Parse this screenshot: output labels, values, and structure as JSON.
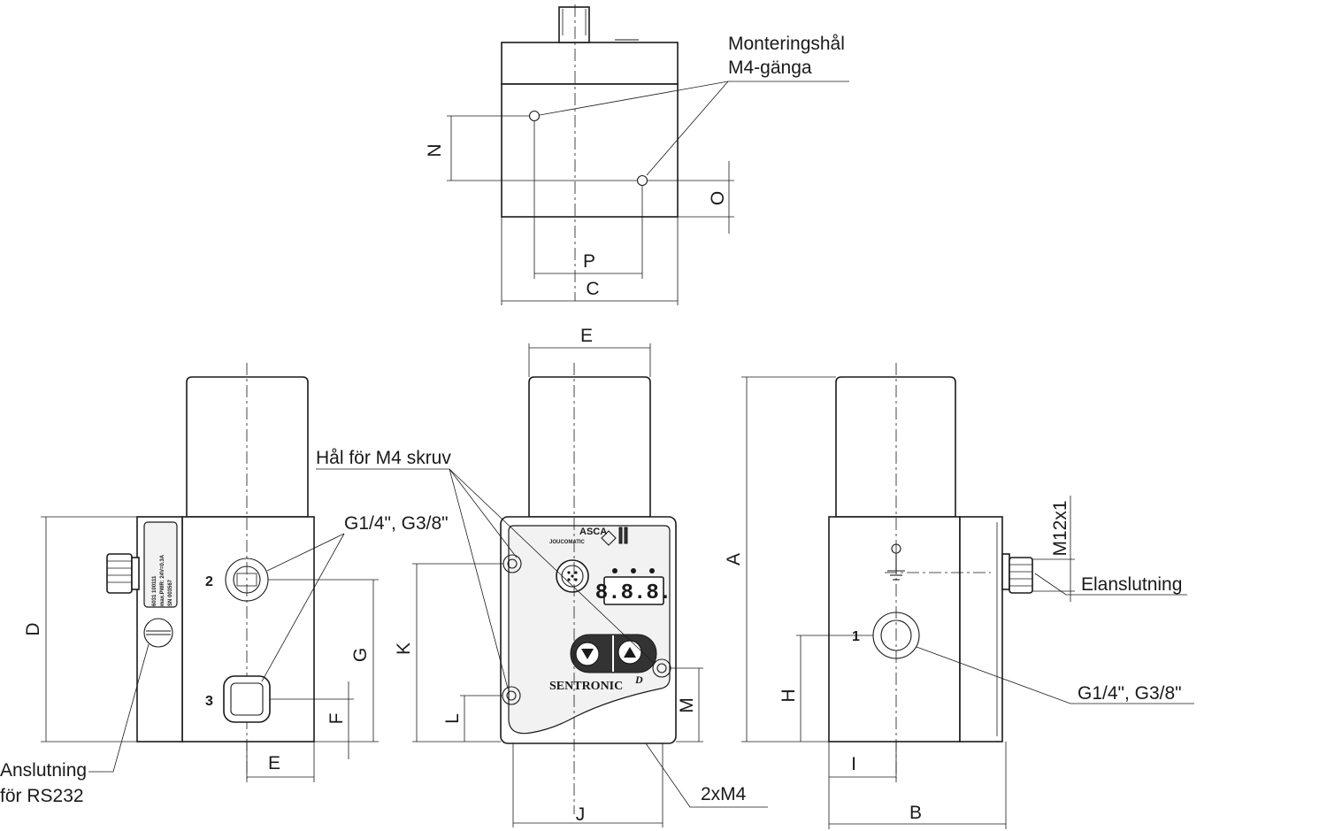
{
  "labels": {
    "mounting_hole_line1": "Monteringshål",
    "mounting_hole_line2": "M4-gänga",
    "screw_hole": "Hål för M4 skruv",
    "thread_left": "G1/4\", G3/8\"",
    "thread_right": "G1/4\", G3/8\"",
    "rs232_line1": "Anslutning",
    "rs232_line2": "för RS232",
    "electrical": "Elanslutning",
    "thread_m12": "M12x1",
    "screws": "2xM4"
  },
  "dimensions": {
    "A": "A",
    "B": "B",
    "C": "C",
    "D": "D",
    "E_top": "E",
    "E_left": "E",
    "F": "F",
    "G": "G",
    "H": "H",
    "I": "I",
    "J": "J",
    "K": "K",
    "L": "L",
    "M": "M",
    "N": "N",
    "O": "O",
    "P": "P"
  },
  "ports": {
    "port_2": "2",
    "port_3": "3",
    "port_1": "1"
  },
  "device": {
    "brand_top": "ASCA",
    "brand_bottom": "JOUCOMATIC",
    "display_digits": "8.8.8.",
    "product_name": "SENTRONIC",
    "product_suffix": "D",
    "nameplate_line1": "6031 100111",
    "nameplate_line2": "max.PWR: 24V=0.3A",
    "nameplate_line3": "SN 003567"
  },
  "colors": {
    "line": "#1a1a1a",
    "panel": "#f2f2f2",
    "background": "#ffffff"
  }
}
